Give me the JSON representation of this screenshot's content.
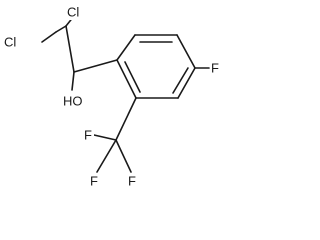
{
  "structure": {
    "atoms": {
      "cl_top": "Cl",
      "cl_left": "Cl",
      "hydroxyl": "HO",
      "fluoro_ring": "F",
      "cf3_f_left": "F",
      "cf3_f_bottom": "F",
      "cf3_f_right": "F"
    }
  },
  "colors": {
    "bond": "#1a1a1a",
    "background": "#ffffff"
  }
}
